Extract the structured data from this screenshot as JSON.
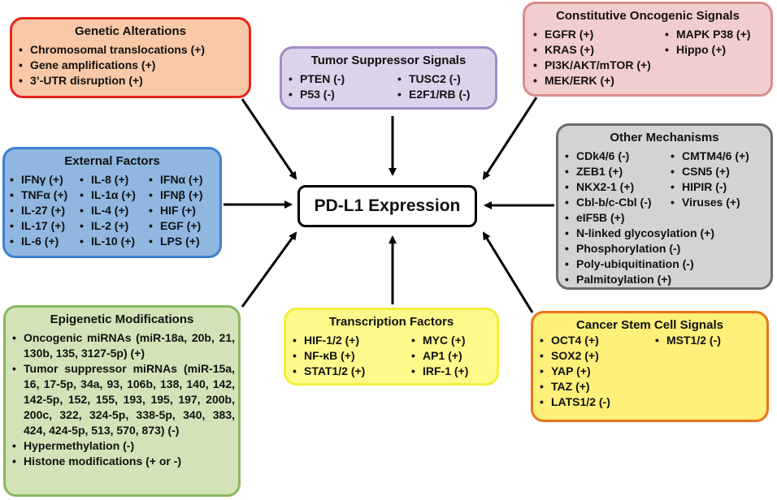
{
  "center": "PD-L1 Expression",
  "genetic": {
    "title": "Genetic Alterations",
    "items": [
      "Chromosomal translocations (+)",
      "Gene amplifications (+)",
      "3’-UTR disruption (+)"
    ]
  },
  "tumor_suppressor": {
    "title": "Tumor Suppressor Signals",
    "col1": [
      "PTEN (-)",
      "P53 (-)"
    ],
    "col2": [
      "TUSC2 (-)",
      "E2F1/RB (-)"
    ]
  },
  "constitutive": {
    "title": "Constitutive Oncogenic Signals",
    "col1": [
      "EGFR (+)",
      "KRAS (+)",
      "PI3K/AKT/mTOR (+)",
      "MEK/ERK (+)"
    ],
    "col2": [
      "MAPK P38 (+)",
      "Hippo (+)"
    ]
  },
  "external": {
    "title": "External Factors",
    "col1": [
      "IFNγ (+)",
      "TNFα (+)",
      "IL-27 (+)",
      "IL-17 (+)",
      "IL-6 (+)"
    ],
    "col2": [
      "IL-8 (+)",
      "IL-1α (+)",
      "IL-4 (+)",
      "IL-2 (+)",
      "IL-10 (+)"
    ],
    "col3": [
      "IFNα (+)",
      "IFNβ (+)",
      "HIF (+)",
      "EGF (+)",
      "LPS (+)"
    ]
  },
  "other": {
    "title": "Other Mechanisms",
    "col1": [
      "CDk4/6 (-)",
      "ZEB1 (+)",
      "NKX2-1 (+)",
      "Cbl-b/c-Cbl (-)",
      "eIF5B (+)"
    ],
    "col2": [
      "CMTM4/6 (+)",
      "CSN5 (+)",
      "HIPIR (-)",
      "Viruses (+)"
    ],
    "full": [
      "N-linked glycosylation (+)",
      "Phosphorylation (-)",
      "Poly-ubiquitination (-)",
      "Palmitoylation (+)"
    ]
  },
  "epigenetic": {
    "title": "Epigenetic Modifications",
    "items": [
      "Oncogenic miRNAs (miR-18a, 20b, 21, 130b, 135, 3127-5p) (+)",
      "Tumor suppressor miRNAs (miR-15a, 16, 17-5p, 34a, 93, 106b, 138, 140, 142, 142-5p, 152, 155, 193, 195, 197, 200b, 200c, 322, 324-5p, 338-5p, 340, 383, 424, 424-5p, 513, 570, 873) (-)",
      "Hypermethylation (-)",
      "Histone modifications (+ or -)"
    ]
  },
  "transcription": {
    "title": "Transcription Factors",
    "col1": [
      "HIF-1/2 (+)",
      "NF-κB (+)",
      "STAT1/2 (+)"
    ],
    "col2": [
      "MYC (+)",
      "AP1 (+)",
      "IRF-1 (+)"
    ]
  },
  "cancer_stem": {
    "title": "Cancer Stem Cell Signals",
    "col1": [
      "OCT4 (+)",
      "SOX2 (+)",
      "YAP (+)",
      "TAZ (+)",
      "LATS1/2 (-)"
    ],
    "col2": [
      "MST1/2 (-)"
    ]
  },
  "colors": {
    "genetic": {
      "fill": "#f9c8a6",
      "border": "#e8251c"
    },
    "tumor_suppressor": {
      "fill": "#dcd3eb",
      "border": "#a08cc4"
    },
    "constitutive": {
      "fill": "#f2cdcd",
      "border": "#d98c8c"
    },
    "external": {
      "fill": "#8fb7e0",
      "border": "#3f7fd0"
    },
    "other": {
      "fill": "#d3d3d3",
      "border": "#6b6b6b"
    },
    "epigenetic": {
      "fill": "#d2e3b8",
      "border": "#8bb860"
    },
    "transcription": {
      "fill": "#fdfa8c",
      "border": "#f3ef3a"
    },
    "cancer_stem": {
      "fill": "#fff07a",
      "border": "#e8761b"
    }
  }
}
